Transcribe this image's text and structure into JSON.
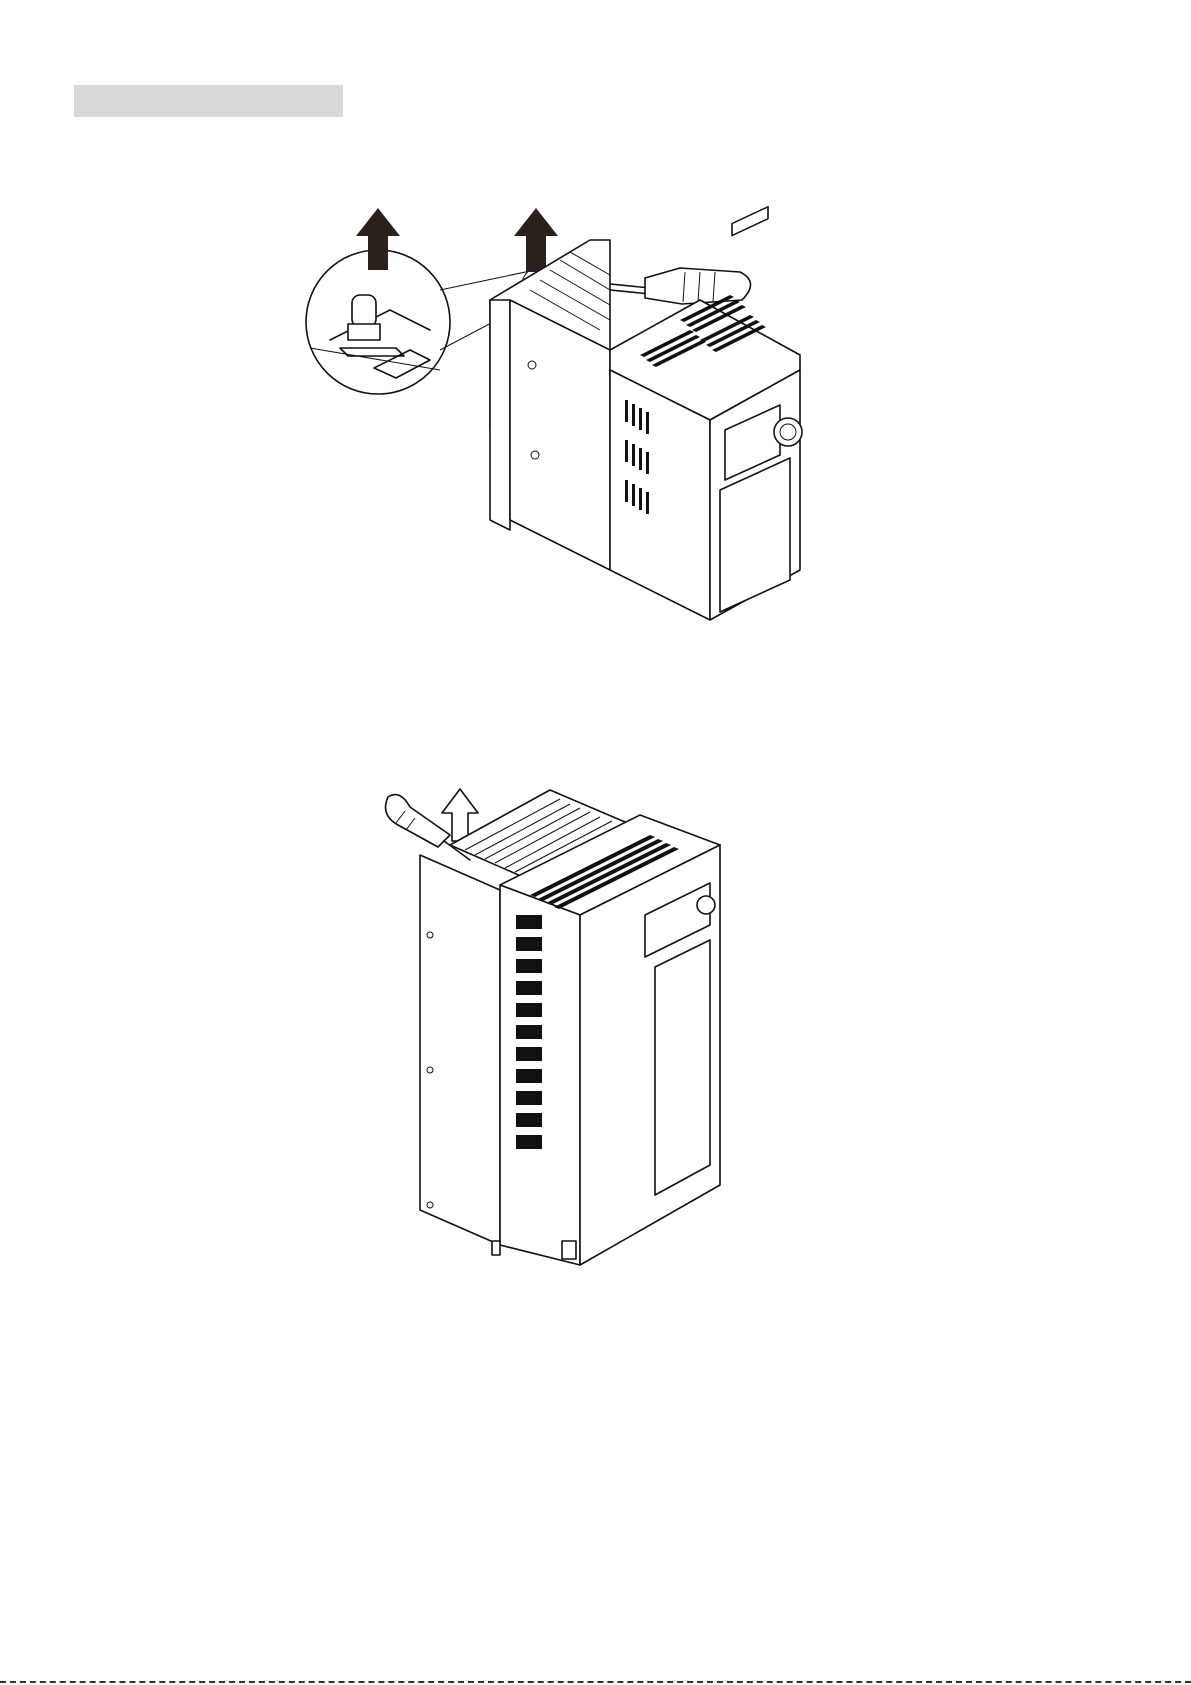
{
  "page": {
    "header_band_color": "#d9d9d9",
    "figures": [
      {
        "id": "top",
        "subject": "drive-with-screwdriver-and-arrows"
      },
      {
        "id": "bottom",
        "subject": "larger-drive-with-screwdriver-and-arrow"
      }
    ],
    "arrow_color": "#2a211c"
  }
}
